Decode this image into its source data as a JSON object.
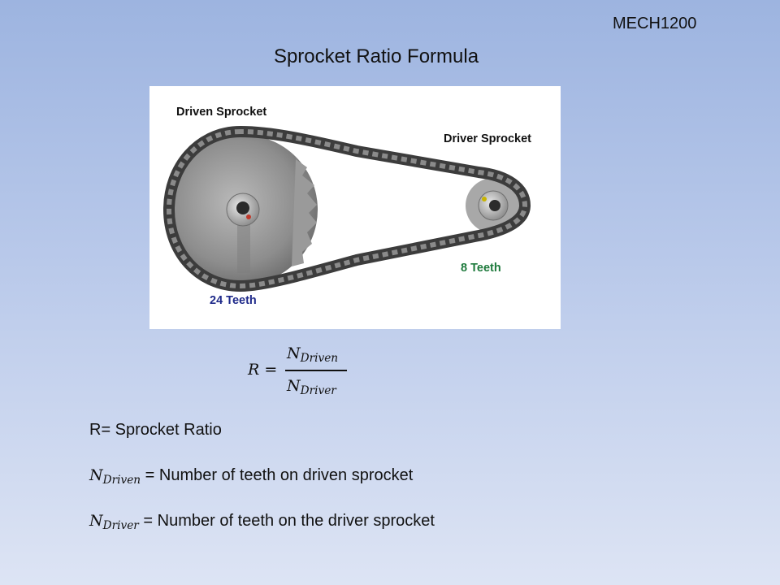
{
  "header": {
    "course_code": "MECH1200",
    "title": "Sprocket Ratio Formula"
  },
  "figure": {
    "driven_label": "Driven Sprocket",
    "driver_label": "Driver Sprocket",
    "driver_teeth_label": "8 Teeth",
    "driven_teeth_label": "24 Teeth",
    "colors": {
      "driver_teeth": "#1e7a3c",
      "driven_teeth": "#1f2a8a"
    }
  },
  "formula": {
    "lhs": "R =",
    "numerator_symbol": "N",
    "numerator_sub": "Driven",
    "denominator_symbol": "N",
    "denominator_sub": "Driver"
  },
  "definitions": {
    "r": "R= Sprocket Ratio",
    "n_driven_symbol": "N",
    "n_driven_sub": "Driven",
    "n_driven_text": " = Number of teeth on driven sprocket",
    "n_driver_symbol": "N",
    "n_driver_sub": "Driver",
    "n_driver_text": " = Number of teeth on the driver sprocket"
  }
}
